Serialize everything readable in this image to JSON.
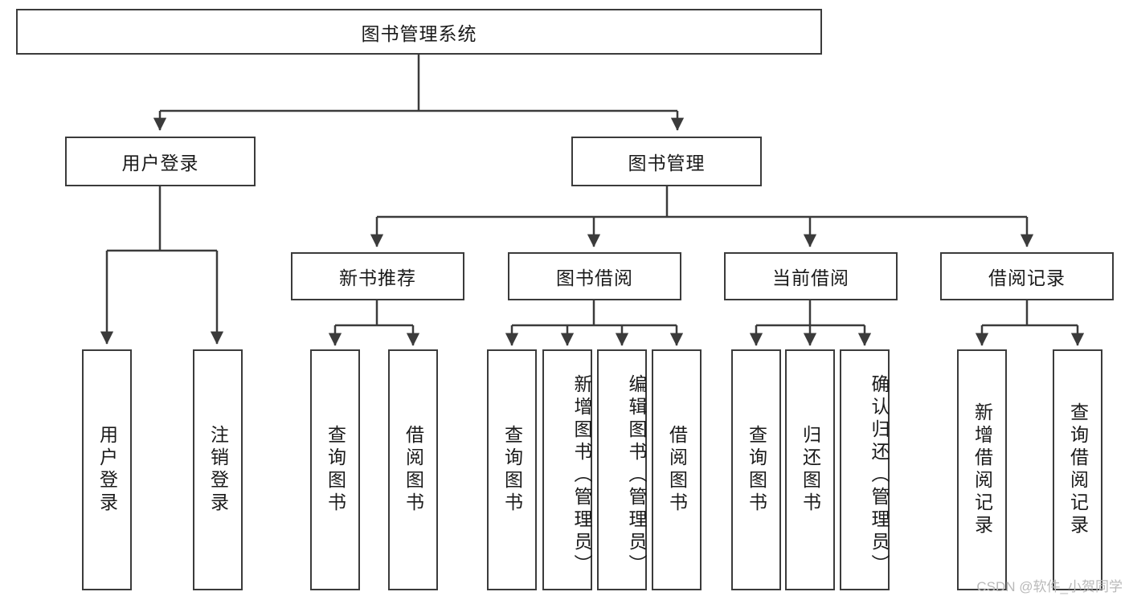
{
  "diagram": {
    "title": "图书管理系统",
    "type": "tree-hierarchy",
    "watermark": "CSDN @软件_小贺同学",
    "colors": {
      "stroke": "#3b3b3b",
      "fill": "#ffffff",
      "text": "#1a1a1a",
      "watermark": "#b9b9b9"
    },
    "root": {
      "label": "图书管理系统"
    },
    "level2": [
      {
        "label": "用户登录"
      },
      {
        "label": "图书管理"
      }
    ],
    "level3": [
      {
        "label": "新书推荐"
      },
      {
        "label": "图书借阅"
      },
      {
        "label": "当前借阅"
      },
      {
        "label": "借阅记录"
      }
    ],
    "leaves": {
      "user_login": [
        {
          "label": "用户登录"
        },
        {
          "label": "注销登录"
        }
      ],
      "new_book": [
        {
          "label": "查询图书"
        },
        {
          "label": "借阅图书"
        }
      ],
      "book_borrow": [
        {
          "label": "查询图书"
        },
        {
          "label": "新增图书（管理员）"
        },
        {
          "label": "编辑图书（管理员）"
        },
        {
          "label": "借阅图书"
        }
      ],
      "current_borrow": [
        {
          "label": "查询图书"
        },
        {
          "label": "归还图书"
        },
        {
          "label": "确认归还（管理员）"
        }
      ],
      "borrow_record": [
        {
          "label": "新增借阅记录"
        },
        {
          "label": "查询借阅记录"
        }
      ]
    }
  }
}
